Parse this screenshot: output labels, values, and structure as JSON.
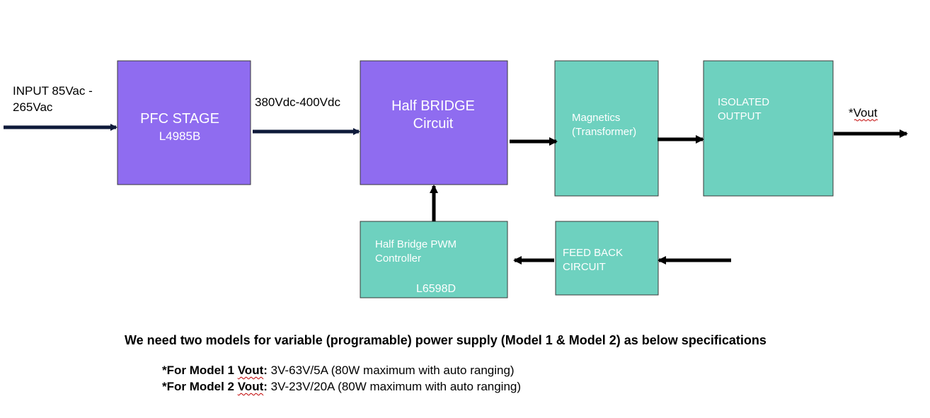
{
  "colors": {
    "purple_block": "#8f6cf0",
    "teal_block": "#6ed1bf",
    "arrow_dark": "#0e1a3a",
    "arrow_black": "#000000",
    "block_border": "#3a3a3a"
  },
  "labels": {
    "input_line1": "INPUT 85Vac -",
    "input_line2": "265Vac",
    "dc_bus": "380Vdc-400Vdc",
    "vout": "*Vout"
  },
  "blocks": {
    "pfc": {
      "line1": "PFC STAGE",
      "line2": "L4985B"
    },
    "half_bridge": {
      "line1": "Half BRIDGE",
      "line2": "Circuit"
    },
    "magnetics": {
      "line1": "Magnetics",
      "line2": "(Transformer)"
    },
    "isolated": {
      "line1": "ISOLATED",
      "line2": "OUTPUT"
    },
    "pwm": {
      "line1": "Half Bridge PWM",
      "line2": "Controller",
      "line3": "L6598D"
    },
    "feedback": {
      "line1": "FEED BACK",
      "line2": "CIRCUIT"
    }
  },
  "notes": {
    "title": "We need two models for variable (programable) power supply (Model 1 & Model 2) as below specifications",
    "model1_label_a": "*For Model 1 ",
    "model1_label_b": "Vout",
    "model1_label_c": ":",
    "model1_spec": " 3V-63V/5A (80W maximum with auto ranging)",
    "model2_label_a": "*For Model 2 ",
    "model2_label_b": "Vout",
    "model2_label_c": ":",
    "model2_spec": " 3V-23V/20A (80W maximum with auto ranging)"
  }
}
